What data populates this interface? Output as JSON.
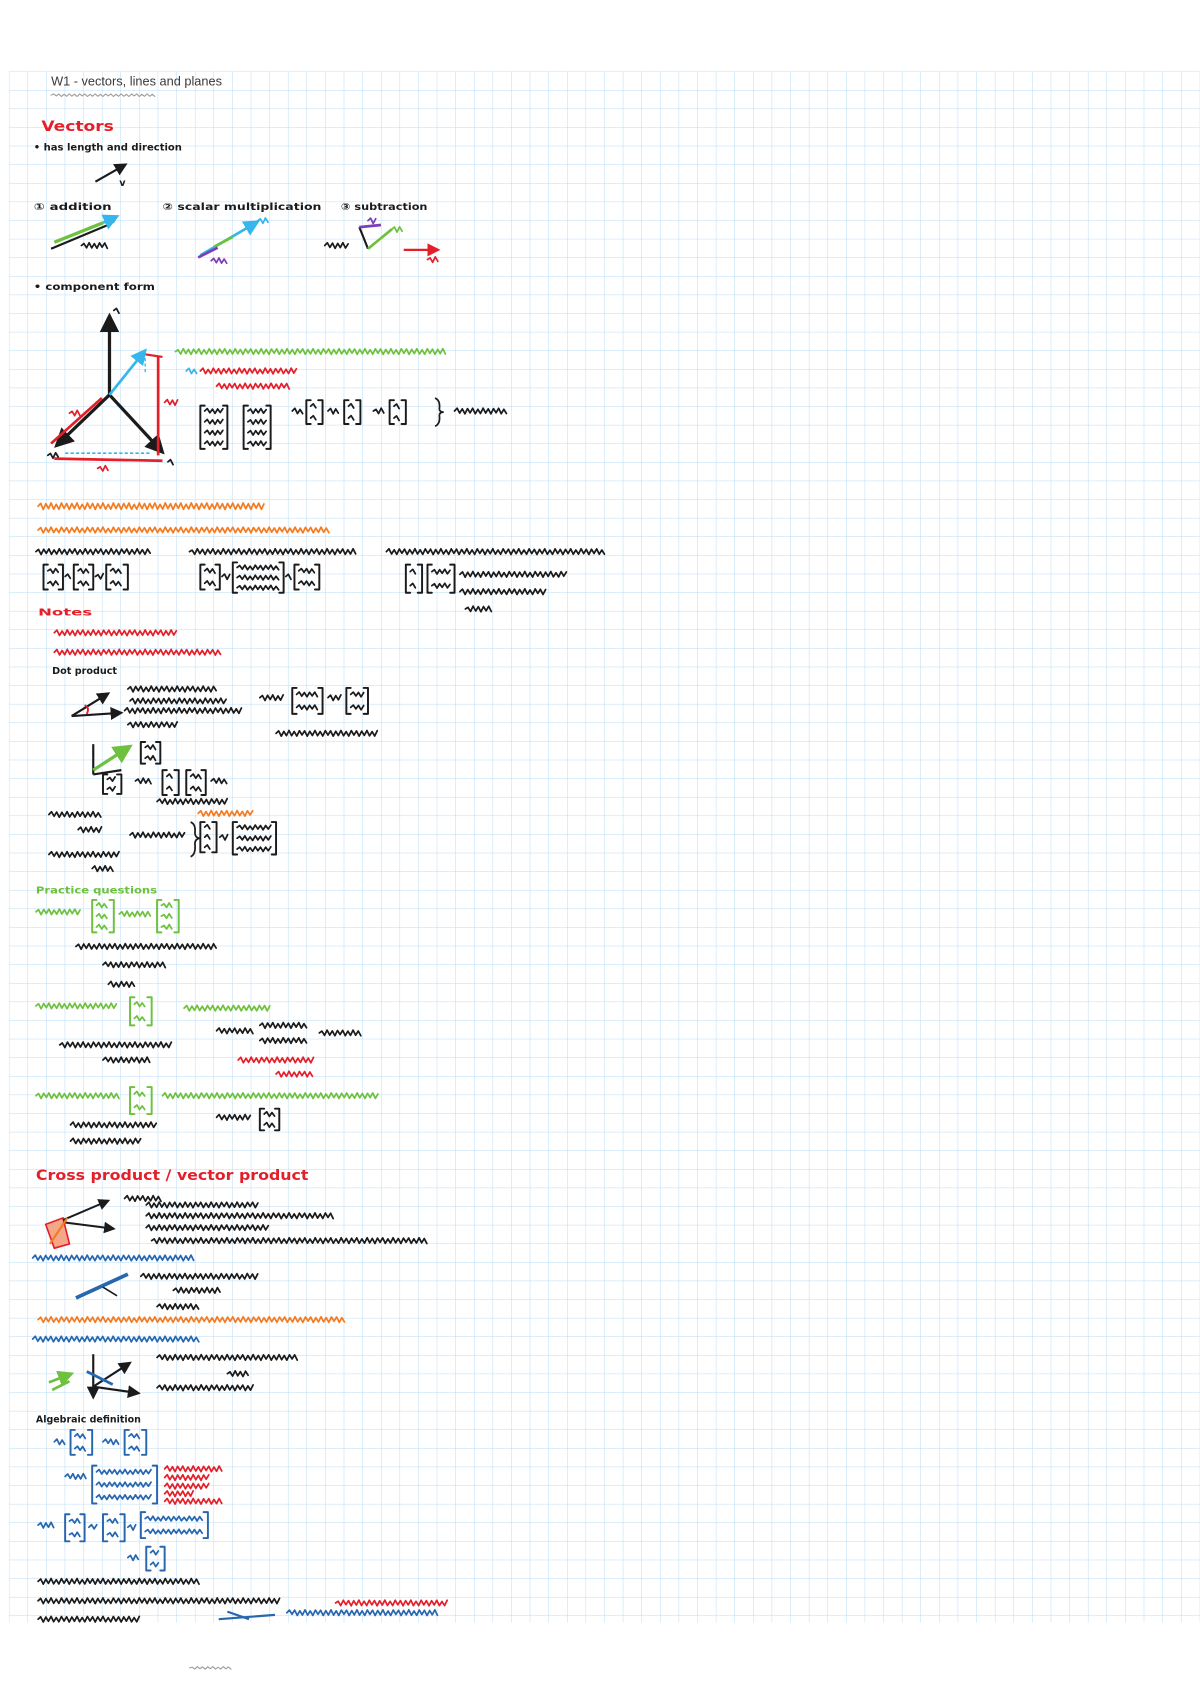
{
  "page": {
    "title": "W1 - vectors, lines and planes"
  },
  "notes": {
    "vectors_heading": "Vectors",
    "has_length": "• has length and direction",
    "vector_label": "v",
    "addition": "① addition",
    "scalar_multiplication": "② scalar multiplication",
    "subtraction": "③ subtraction",
    "component_form": "• component form",
    "notes_heading": "Notes",
    "dot_product": "Dot product",
    "practice_questions": "Practice questions",
    "cross_product": "Cross product / vector product",
    "algebraic_definition": "Algebraic definition"
  },
  "colors": {
    "black": "#1b1b1b",
    "red": "#e3202a",
    "green": "#6dc13e",
    "cyan": "#35b6ec",
    "orange": "#f47b20",
    "purple": "#7d3fb8",
    "navy": "#2767b0",
    "pink": "#f5a78a",
    "gray": "#9a9a9a",
    "grid": "#b9dcf5"
  }
}
